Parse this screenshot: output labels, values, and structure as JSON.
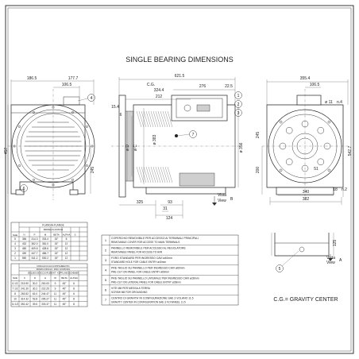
{
  "title": "SINGLE BEARING DIMENSIONS",
  "left_view": {
    "dims": {
      "d1": "186.5",
      "d2": "177.7",
      "d3": "106.5",
      "d4": "457",
      "d5": "245"
    },
    "callouts": {
      "c4": "4",
      "c6": "6"
    }
  },
  "side_view": {
    "dims": {
      "top": "621.5",
      "cg": "C.G.",
      "cg_val": "324.4",
      "d276": "276",
      "d225": "22.5",
      "d212": "212",
      "d15": "15.4",
      "d6": "6",
      "d383": "ø 383",
      "dD": "ø D",
      "dC": "ø C",
      "d356": "ø 356",
      "d325": "325",
      "d93": "93",
      "d31": "31",
      "d124": "124"
    },
    "callouts": {
      "c1": "1",
      "c2": "2",
      "c3": "3",
      "c7": "7"
    },
    "vista_label": "Vista",
    "view_label": "View",
    "view_letter": "B"
  },
  "right_view": {
    "dims": {
      "r1": "355.4",
      "r2": "106.5",
      "r3": "ø 11",
      "r4": "245",
      "r5": "542.7",
      "r6": "200",
      "r7": "51",
      "r8": "340",
      "r9": "382",
      "r10": "18",
      "r11": "n.4",
      "r12": "n.2"
    },
    "detail_dim": "125",
    "vista_label": "Vista",
    "view_label": "View",
    "view_letter": "A",
    "callout5": "5"
  },
  "flange_table": {
    "header_top": "FLANGIA-FLANGE",
    "header_sub": "BRIDE-FLANSCH",
    "columns": [
      "SAE",
      "N",
      "P",
      "M",
      "BETA",
      "ALPHA",
      "S"
    ],
    "rows": [
      [
        "5",
        "356",
        "314.3",
        "333.4",
        "15°",
        "8",
        ""
      ],
      [
        "4",
        "432",
        "362.0",
        "381.0",
        "15°",
        "12",
        ""
      ],
      [
        "3",
        "450",
        "409.6",
        "428.6",
        "15°",
        "12",
        ""
      ],
      [
        "2",
        "490",
        "447.7",
        "466.7",
        "15°",
        "12",
        ""
      ],
      [
        "1",
        "550",
        "511.2",
        "530.2",
        "15°",
        "12",
        ""
      ]
    ]
  },
  "disc_table": {
    "header_top": "DISCHI DI ACCOPPIAMENTO",
    "header_sub": "MOZZI A DISCHI - DISC COUPLING",
    "header_sub2": "DISQUES DE ACCOUPLEMENT - KUPPLUNGSSCHEIBEN",
    "columns": [
      "SAE",
      "C",
      "D",
      "G",
      "W",
      "BETA",
      "ALPHA"
    ],
    "rows": [
      [
        "6 1/2",
        "215.90",
        "30.2",
        "200.00",
        "9",
        "45°",
        "6"
      ],
      [
        "7 1/2",
        "241.30",
        "30.2",
        "222.25",
        "9",
        "45°",
        "8"
      ],
      [
        "8",
        "263.52",
        "62.0",
        "244.47",
        "11",
        "45°",
        "6"
      ],
      [
        "10",
        "314.32",
        "53.8",
        "295.27",
        "11",
        "45°",
        "8"
      ],
      [
        "11 1/2",
        "352.42",
        "39.6",
        "333.37",
        "11",
        "45°",
        "8"
      ]
    ]
  },
  "notes": [
    {
      "n": "1",
      "it": "COPERCHIO REMOVIBILE PER ACCESSO AI TERMINALI PRINCIPALI",
      "en": "REMOVABLE COVER FOR ACCESS TO MAIN TERMINALS"
    },
    {
      "n": "2",
      "it": "PANNELLO REMOVIBILE PER ACCESSO AL REGOLATORE",
      "en": "REMOVABLE PANEL FOR ACCESS TO AVR"
    },
    {
      "n": "3",
      "it": "FORO STANDARD PER INGRESSO CAVI ø40mm",
      "en": "STANDARD HOLE FOR CABLE ENTRY ø40mm"
    },
    {
      "n": "4",
      "it": "PRE-TAGLIO SU PANNELLO PER INGRESSO CAVI ø60mm",
      "en": "PRE-CUT ON PANEL FOR CABLE ENTRY ø60mm"
    },
    {
      "n": "5",
      "it": "PRE-TAGLIO SU PANNELLO LATERALE PER INGRESSO CAVI ø28mm",
      "en": "PRE-CUT ON LATERAL PANEL FOR CABLE ENTRY ø28mm"
    },
    {
      "n": "6",
      "it": "VITE M8 PER MESSA A TERRA",
      "en": "SCREW M8 FOR GROUNDING"
    },
    {
      "n": "7",
      "it": "CENTRO DI GRAVITA' IN CONFIGURAZIONE SAE 3 VOLANO 11.5",
      "en": "GRAVITY CENTER IN CONFIGURATION SAE 3 FLYWHEEL 11.5"
    }
  ],
  "legend": "C.G.= GRAVITY CENTER"
}
